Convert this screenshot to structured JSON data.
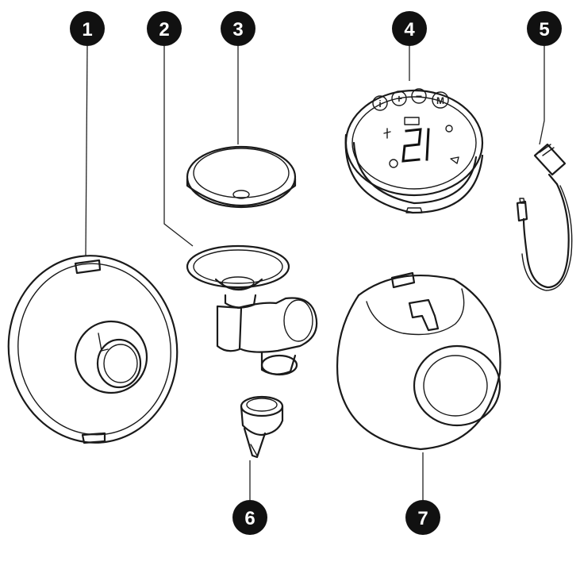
{
  "callouts": [
    {
      "id": "1",
      "label": "1"
    },
    {
      "id": "2",
      "label": "2"
    },
    {
      "id": "3",
      "label": "3"
    },
    {
      "id": "4",
      "label": "4"
    },
    {
      "id": "5",
      "label": "5"
    },
    {
      "id": "6",
      "label": "6"
    },
    {
      "id": "7",
      "label": "7"
    }
  ],
  "control_panel": {
    "buttons": [
      "i",
      "+",
      "−",
      "M"
    ],
    "display_digits": "21"
  },
  "colors": {
    "line": "#1a1a1a",
    "badge": "#111111",
    "badge_text": "#ffffff"
  }
}
